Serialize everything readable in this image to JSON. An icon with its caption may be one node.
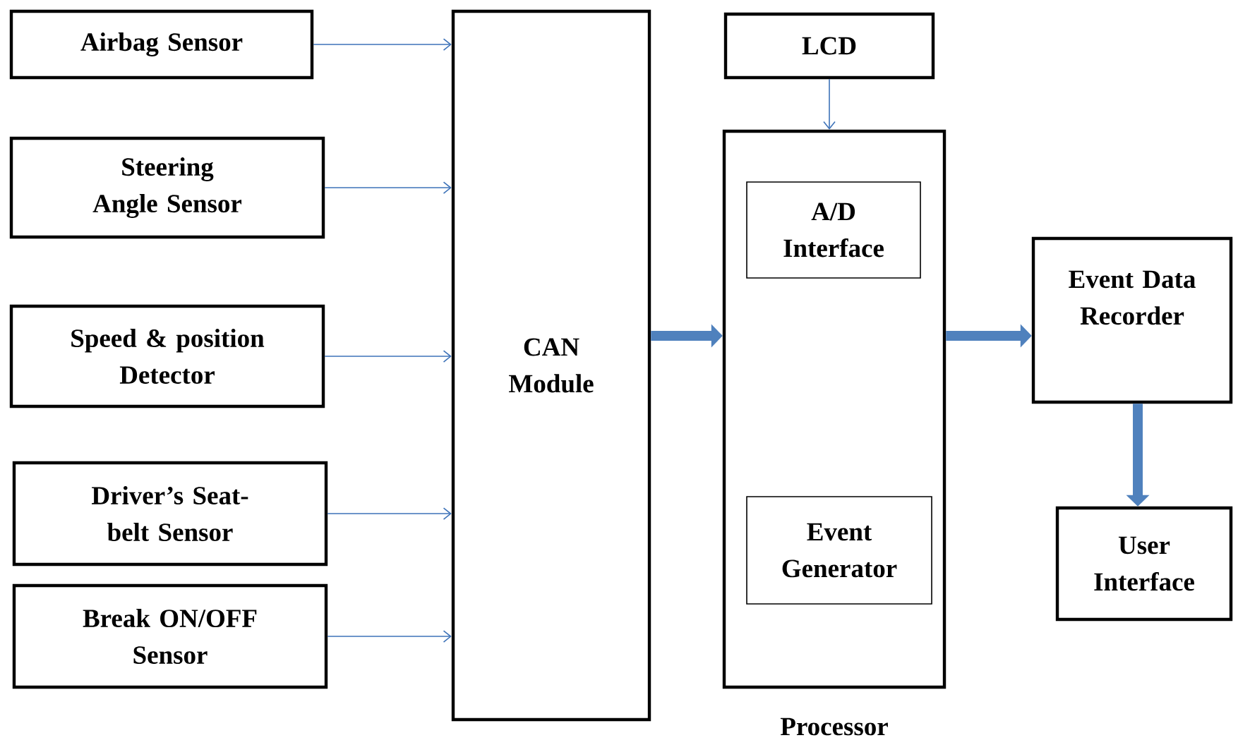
{
  "diagram": {
    "nodes": [
      {
        "text": [
          "Airbag Sensor"
        ]
      },
      {
        "text": [
          "Steering Angle Sensor"
        ]
      },
      {
        "text": [
          "Speed & position Detector"
        ]
      },
      {
        "text": [
          "Driver’s Seat-belt Sensor"
        ]
      },
      {
        "text": [
          "Break ON/OFF Sensor"
        ]
      },
      {
        "text": [
          "CAN Module"
        ]
      },
      {
        "text": [
          "LCD"
        ]
      },
      {
        "text": [
          "Processor"
        ]
      },
      {
        "text": [
          "A/D Interface"
        ],
        "in": 7
      },
      {
        "text": [
          "Event Generator"
        ],
        "in": 7
      },
      {
        "text": [
          "Event Data Recorder"
        ]
      },
      {
        "text": [
          "User Interface"
        ]
      }
    ],
    "edges": [
      {
        "from": 0,
        "to": 5,
        "arrow": "to"
      },
      {
        "from": 1,
        "to": 5,
        "arrow": "to"
      },
      {
        "from": 2,
        "to": 5,
        "arrow": "to"
      },
      {
        "from": 3,
        "to": 5,
        "arrow": "to"
      },
      {
        "from": 4,
        "to": 5,
        "arrow": "to"
      },
      {
        "from": 5,
        "to": 7,
        "arrow": "to",
        "style": "thick"
      },
      {
        "from": 6,
        "to": 7,
        "arrow": "to"
      },
      {
        "from": 7,
        "to": 10,
        "arrow": "to",
        "style": "thick"
      },
      {
        "from": 10,
        "to": 11,
        "arrow": "to",
        "style": "thick"
      }
    ]
  }
}
